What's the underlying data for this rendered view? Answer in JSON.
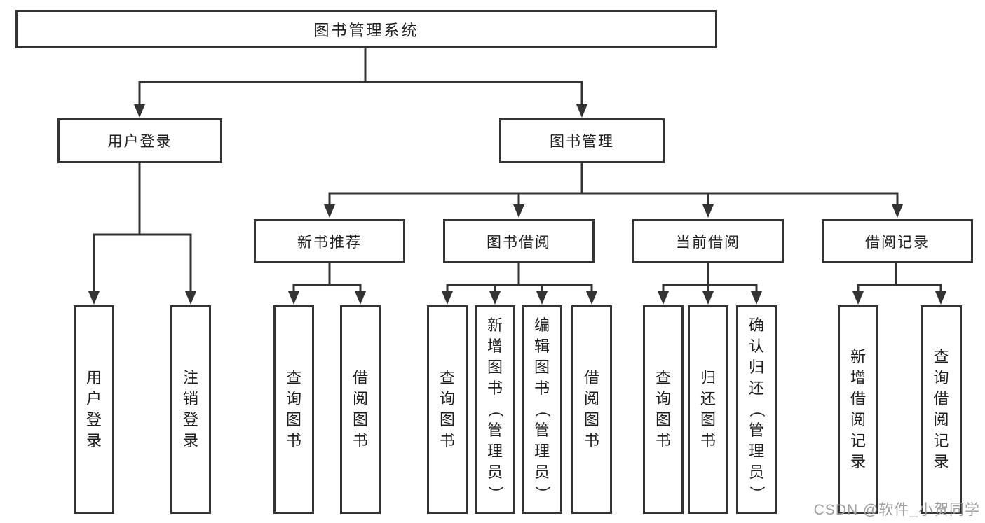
{
  "tree": {
    "label": "图书管理系统",
    "children": [
      {
        "label": "用户登录",
        "children": [
          {
            "label": "用户登录"
          },
          {
            "label": "注销登录"
          }
        ]
      },
      {
        "label": "图书管理",
        "children": [
          {
            "label": "新书推荐",
            "children": [
              {
                "label": "查询图书"
              },
              {
                "label": "借阅图书"
              }
            ]
          },
          {
            "label": "图书借阅",
            "children": [
              {
                "label": "查询图书"
              },
              {
                "label": "新增图书（管理员）"
              },
              {
                "label": "编辑图书（管理员）"
              },
              {
                "label": "借阅图书"
              }
            ]
          },
          {
            "label": "当前借阅",
            "children": [
              {
                "label": "查询图书"
              },
              {
                "label": "归还图书"
              },
              {
                "label": "确认归还（管理员）"
              }
            ]
          },
          {
            "label": "借阅记录",
            "children": [
              {
                "label": "新增借阅记录"
              },
              {
                "label": "查询借阅记录"
              }
            ]
          }
        ]
      }
    ]
  },
  "watermark": {
    "text": "CSDN @软件_小贺同学"
  },
  "colors": {
    "line": "#333333",
    "text": "#1f1f1f",
    "watermark": "#9e9e9e",
    "background": "#ffffff"
  }
}
